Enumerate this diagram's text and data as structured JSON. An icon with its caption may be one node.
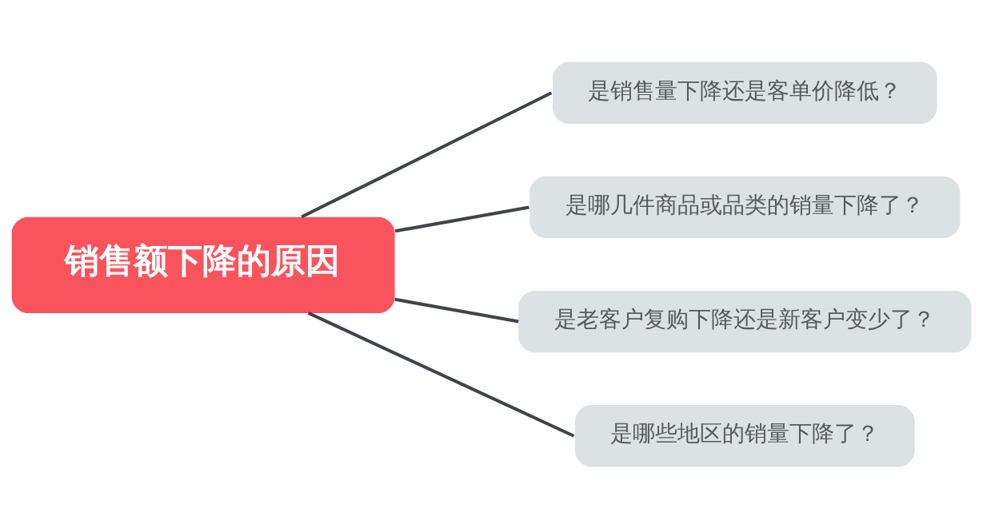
{
  "diagram": {
    "nodes": [
      {
        "text": [
          "销售额下降的原因"
        ]
      },
      {
        "text": [
          "是销售量下降还是客单价降低？"
        ]
      },
      {
        "text": [
          "是哪几件商品或品类的销量下降了？"
        ]
      },
      {
        "text": [
          "是老客户复购下降还是新客户变少了？"
        ]
      },
      {
        "text": [
          "是哪些地区的销量下降了？"
        ]
      }
    ],
    "edges": [
      {
        "from": 0,
        "to": 1,
        "arrow": "none"
      },
      {
        "from": 0,
        "to": 2,
        "arrow": "none"
      },
      {
        "from": 0,
        "to": 3,
        "arrow": "none"
      },
      {
        "from": 0,
        "to": 4,
        "arrow": "none"
      }
    ]
  }
}
